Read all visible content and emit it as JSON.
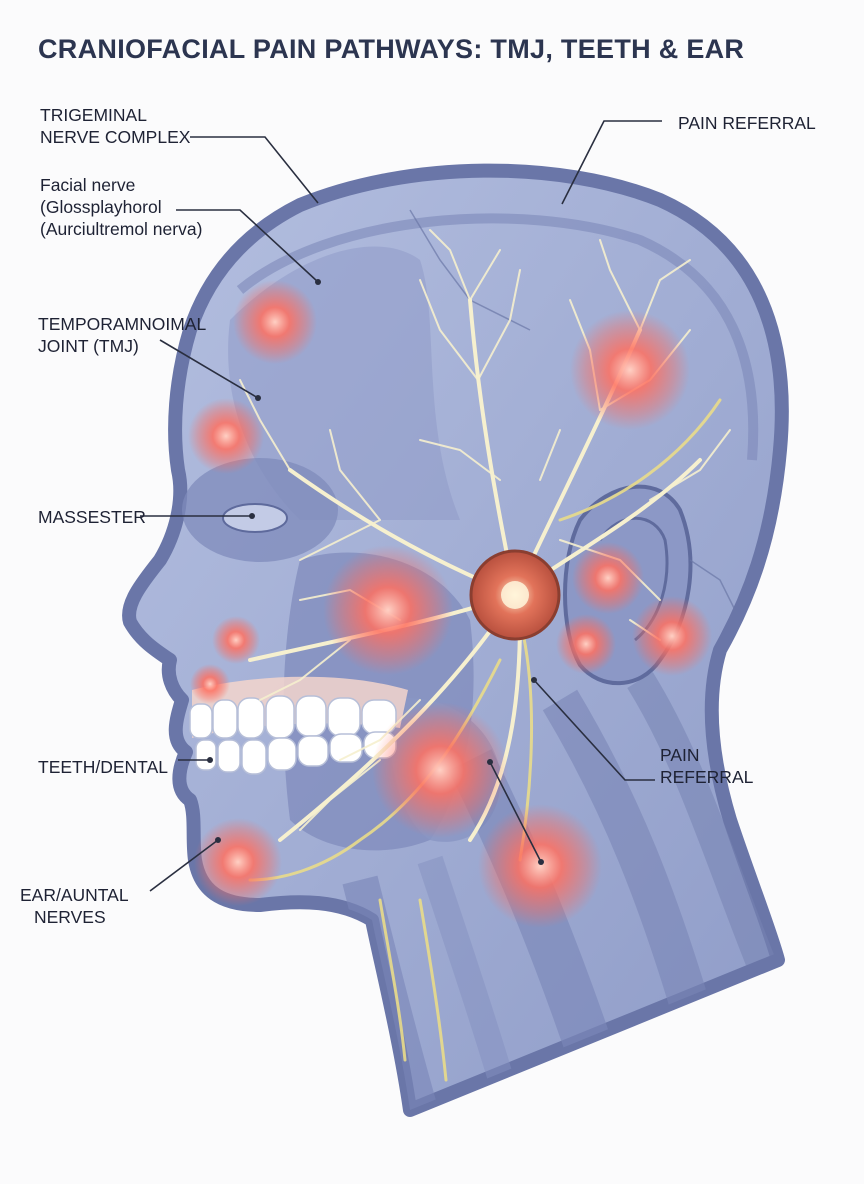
{
  "title": "CRANIOFACIAL PAIN PATHWAYS: TMJ, TEETH & EAR",
  "labels": {
    "trigeminal": [
      "TRIGEMINAL",
      "NERVE COMPLEX"
    ],
    "facial": [
      "Facial nerve",
      "(Glossplayhorol",
      "(Aurciultremol nerva)"
    ],
    "tmj": [
      "TEMPORAMNOIMAL",
      "JOINT (TMJ)"
    ],
    "masseter": "MASSESTER",
    "teeth": "TEETH/DENTAL",
    "ear": [
      "EAR/AUNTAL",
      "NERVES"
    ],
    "pain_referral_top": "PAIN REFERRAL",
    "pain_referral_right": [
      "PAIN",
      "REFERRAL"
    ]
  },
  "colors": {
    "head_outline": "#6f7bab",
    "head_fill": "#a3b0d6",
    "muscle": "#8e9ac6",
    "nerve": "#f4efc9",
    "pain": "#ff5a4e",
    "leader": "#2a2f40"
  },
  "icons": [
    "pain-hotspot",
    "nerve-branch",
    "ear-shape",
    "teeth-row",
    "tmj-joint"
  ]
}
